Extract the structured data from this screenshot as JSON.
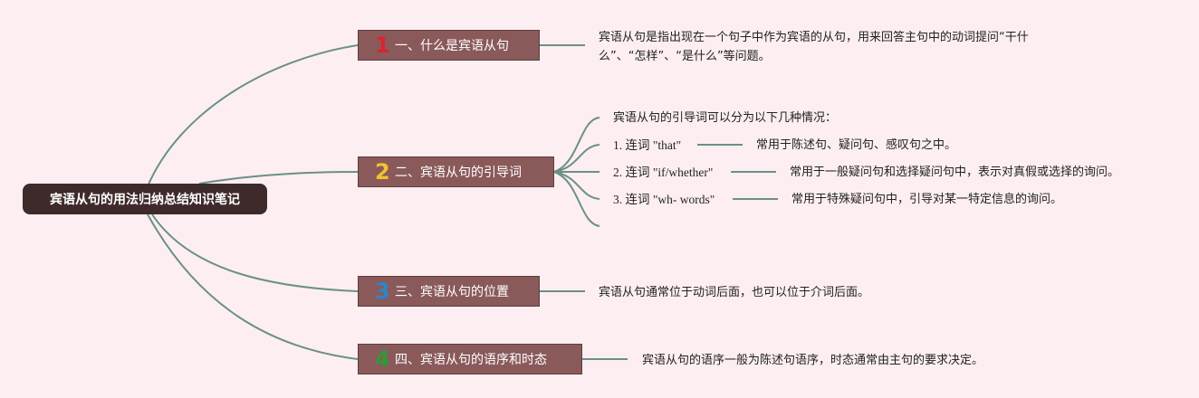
{
  "root": {
    "label": "宾语从句的用法归纳总结知识笔记"
  },
  "accent_colors": {
    "num1": "#d9242f",
    "num2": "#f2c230",
    "num3": "#2b86c9",
    "num4": "#2f9a35"
  },
  "branches": [
    {
      "number": "1",
      "label": "一、什么是宾语从句",
      "desc": "宾语从句是指出现在一个句子中作为宾语的从句，用来回答主句中的动词提问“干什么”、“怎样”、“是什么”等问题。"
    },
    {
      "number": "2",
      "label": "二、宾语从句的引导词",
      "intro": "宾语从句的引导词可以分为以下几种情况：",
      "items": [
        {
          "term": "1. 连词 \"that\"",
          "desc": "常用于陈述句、疑问句、感叹句之中。"
        },
        {
          "term": "2. 连词 \"if/whether\"",
          "desc": "常用于一般疑问句和选择疑问句中，表示对真假或选择的询问。"
        },
        {
          "term": "3. 连词 \"wh- words\"",
          "desc": "常用于特殊疑问句中，引导对某一特定信息的询问。"
        }
      ]
    },
    {
      "number": "3",
      "label": "三、宾语从句的位置",
      "desc": "宾语从句通常位于动词后面，也可以位于介词后面。"
    },
    {
      "number": "4",
      "label": "四、宾语从句的语序和时态",
      "desc": "宾语从句的语序一般为陈述句语序，时态通常由主句的要求决定。"
    }
  ]
}
